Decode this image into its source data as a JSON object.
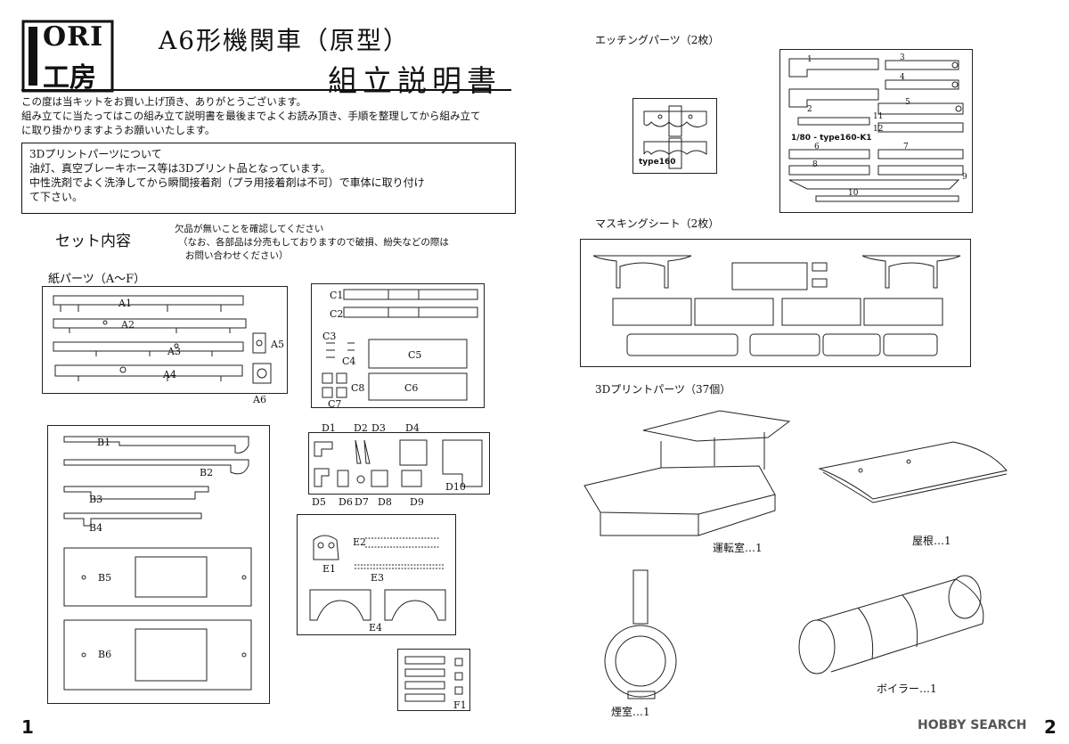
{
  "logo": {
    "line1": "ORI",
    "line2": "工房",
    "letter": "I"
  },
  "title": {
    "line1": "A6形機関車（原型）",
    "line2": "組立説明書"
  },
  "intro": [
    "この度は当キットをお買い上げ頂き、ありがとうございます。",
    "組み立てに当たってはこの組み立て説明書を最後までよくお読み頂き、手順を整理してから組み立て",
    "に取り掛かりますようお願いいたします。"
  ],
  "notice": {
    "lines": [
      "3Dプリントパーツについて",
      "油灯、真空ブレーキホース等は3Dプリント品となっています。",
      "中性洗剤でよく洗浄してから瞬間接着剤（プラ用接着剤は不可）で車体に取り付け",
      "て下さい。"
    ]
  },
  "set_contents": {
    "heading": "セット内容",
    "note": [
      "欠品が無いことを確認してください",
      "（なお、各部品は分売もしておりますので破損、紛失などの際は",
      "お問い合わせください）"
    ]
  },
  "paper_parts": {
    "heading": "紙パーツ（A～F）",
    "A": [
      "A1",
      "A2",
      "A3",
      "A4",
      "A5",
      "A6"
    ],
    "B": [
      "B1",
      "B2",
      "B3",
      "B4",
      "B5",
      "B6"
    ],
    "C": [
      "C1",
      "C2",
      "C3",
      "C4",
      "C5",
      "C6",
      "C7",
      "C8"
    ],
    "D": [
      "D1",
      "D2",
      "D3",
      "D4",
      "D5",
      "D6",
      "D7",
      "D8",
      "D9",
      "D10"
    ],
    "E": [
      "E1",
      "E2",
      "E3",
      "E4"
    ],
    "F": [
      "F1"
    ]
  },
  "etching": {
    "heading": "エッチングパーツ（2枚）",
    "small_label": "type160",
    "large_label": "1/80 - type160-K1",
    "numbers": [
      "1",
      "2",
      "3",
      "4",
      "5",
      "6",
      "7",
      "8",
      "9",
      "10",
      "11",
      "12"
    ]
  },
  "masking": {
    "heading": "マスキングシート（2枚）"
  },
  "printed3d": {
    "heading": "3Dプリントパーツ（37個）",
    "items": [
      "運転室…1",
      "屋根…1",
      "煙室…1",
      "ボイラー…1"
    ]
  },
  "page_numbers": {
    "left": "1",
    "right": "2"
  },
  "watermark": "HOBBY SEARCH",
  "colors": {
    "ink": "#111111",
    "paper": "#ffffff"
  }
}
